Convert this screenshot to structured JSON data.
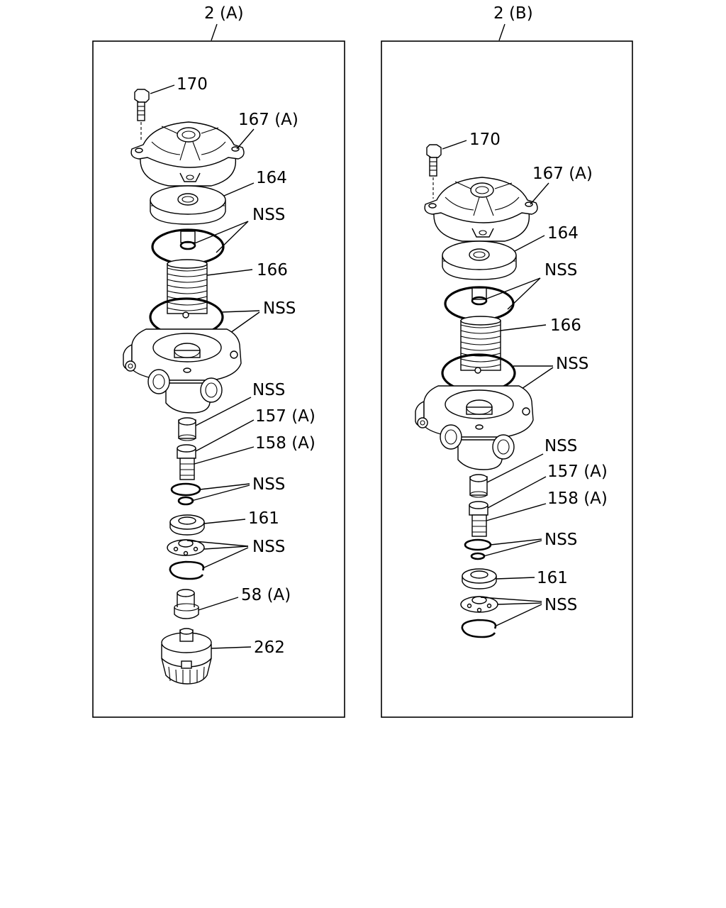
{
  "panels": [
    {
      "title": "2 (A)",
      "labels": {
        "bolt": "170",
        "cover": "167 (A)",
        "piston": "164",
        "nss_upper_oring": "NSS",
        "spring": "166",
        "nss_body_oring": "NSS",
        "nss_sleeve": "NSS",
        "valve_157": "157 (A)",
        "valve_158": "158 (A)",
        "nss_small_oring": "NSS",
        "seat_161": "161",
        "nss_retainer": "NSS",
        "adapter_58": "58 (A)",
        "cap_262": "262"
      }
    },
    {
      "title": "2 (B)",
      "labels": {
        "bolt": "170",
        "cover": "167 (A)",
        "piston": "164",
        "nss_upper_oring": "NSS",
        "spring": "166",
        "nss_body_oring": "NSS",
        "nss_sleeve": "NSS",
        "valve_157": "157 (A)",
        "valve_158": "158 (A)",
        "nss_small_oring": "NSS",
        "seat_161": "161",
        "nss_retainer": "NSS"
      }
    }
  ]
}
